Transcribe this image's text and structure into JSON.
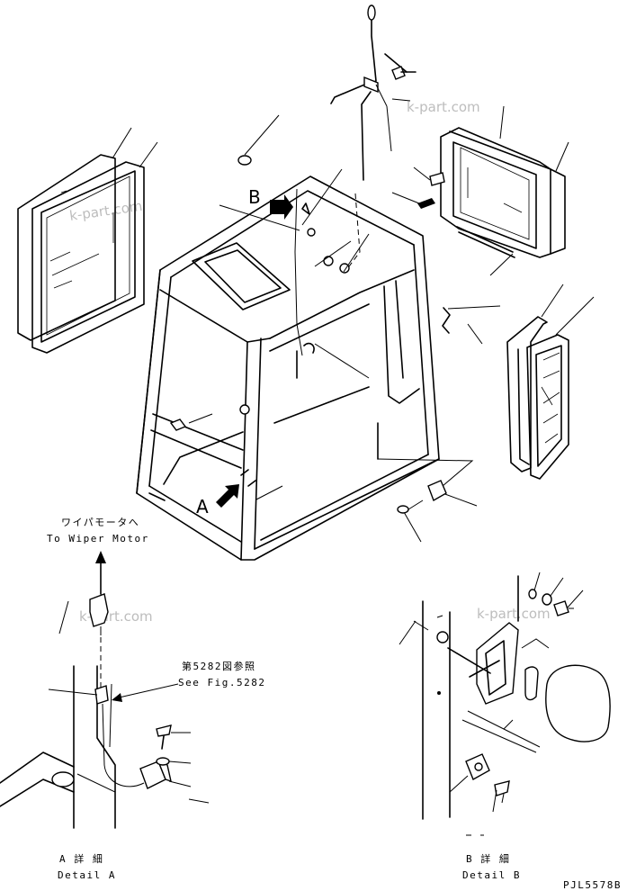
{
  "labels": {
    "view_a": "A",
    "view_b": "B",
    "wiper_jp": "ワイパモータへ",
    "wiper_en": "To Wiper Motor",
    "see_fig_jp": "第5282図参照",
    "see_fig_en": "See Fig.5282",
    "detail_a_jp": "A 詳 細",
    "detail_a_en": "Detail A",
    "detail_b_jp": "B 詳 細",
    "detail_b_en": "Detail B",
    "drawing_code": "PJL5578B"
  },
  "watermarks": [
    "k-part.com",
    "k-part.com",
    "k-part.com",
    "k-part.com"
  ]
}
